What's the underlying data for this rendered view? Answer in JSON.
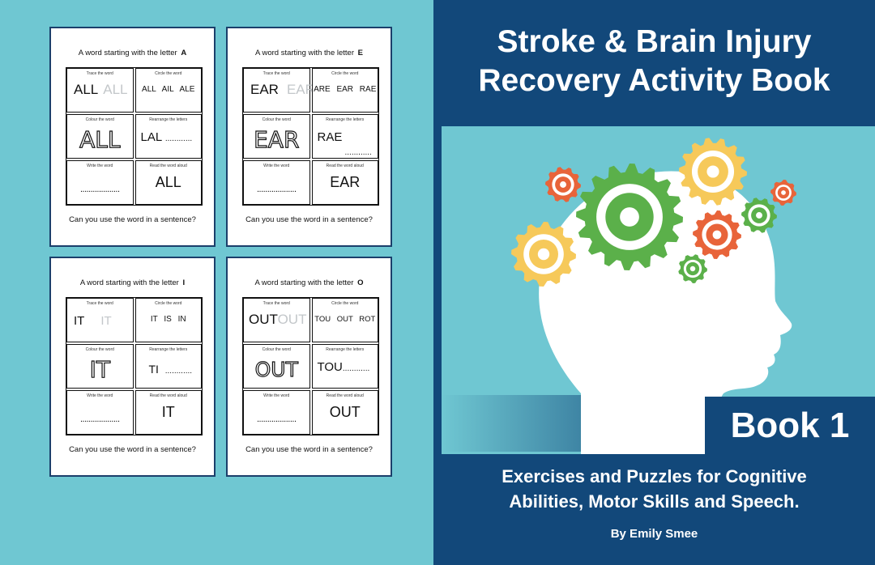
{
  "sample_pages": [
    {
      "heading": "A word starting with the letter",
      "letter": "A",
      "trace_label": "Trace the word",
      "trace_word": "ALL",
      "circle_label": "Circle the word",
      "circle_options": "ALL  AIL  ALE",
      "colour_label": "Colour the word",
      "colour_word": "ALL",
      "rearrange_label": "Rearrange the letters",
      "rearrange_letters": "LAL",
      "write_label": "Write the word",
      "read_label": "Read the word aloud",
      "read_word": "ALL",
      "dots": "...................",
      "rearrange_dots": "............",
      "footer": "Can you use the word in a sentence?"
    },
    {
      "heading": "A word starting with the letter",
      "letter": "E",
      "trace_label": "Trace the word",
      "trace_word": "EAR",
      "circle_label": "Circle the word",
      "circle_options": "ARE  EAR  RAE",
      "colour_label": "Colour the word",
      "colour_word": "EAR",
      "rearrange_label": "Rearrange the letters",
      "rearrange_letters": "RAE",
      "write_label": "Write the word",
      "read_label": "Read the word aloud",
      "read_word": "EAR",
      "dots": "...................",
      "rearrange_dots": "............",
      "footer": "Can you use the word in a sentence?"
    },
    {
      "heading": "A word starting with the letter",
      "letter": "I",
      "trace_label": "Trace the word",
      "trace_word": "IT",
      "circle_label": "Circle the word",
      "circle_options": "IT  IS  IN",
      "colour_label": "Colour the word",
      "colour_word": "IT",
      "rearrange_label": "Rearrange the letters",
      "rearrange_letters": "TI",
      "write_label": "Write the word",
      "read_label": "Read the word aloud",
      "read_word": "IT",
      "dots": "...................",
      "rearrange_dots": "............",
      "footer": "Can you use the word in a sentence?"
    },
    {
      "heading": "A word starting with the letter",
      "letter": "O",
      "trace_label": "Trace the word",
      "trace_word": "OUT",
      "circle_label": "Circle the word",
      "circle_options": "TOU  OUT  ROT",
      "colour_label": "Colour the word",
      "colour_word": "OUT",
      "rearrange_label": "Rearrange the letters",
      "rearrange_letters": "TOU",
      "write_label": "Write the word",
      "read_label": "Read the word aloud",
      "read_word": "OUT",
      "dots": "...................",
      "rearrange_dots": "............",
      "footer": "Can you use the word in a sentence?"
    }
  ],
  "cover": {
    "title_line1": "Stroke & Brain Injury",
    "title_line2": "Recovery Activity Book",
    "badge": "Book 1",
    "subtitle_line1": "Exercises and Puzzles for Cognitive",
    "subtitle_line2": "Abilities, Motor Skills and Speech.",
    "author": "By Emily Smee",
    "illustration": "head-with-gears"
  },
  "colors": {
    "background_teal": "#6fc7d2",
    "navy": "#12487a",
    "gear_green": "#5bb04a",
    "gear_yellow": "#f6c95a",
    "gear_orange": "#e8643a",
    "head_white": "#ffffff"
  }
}
